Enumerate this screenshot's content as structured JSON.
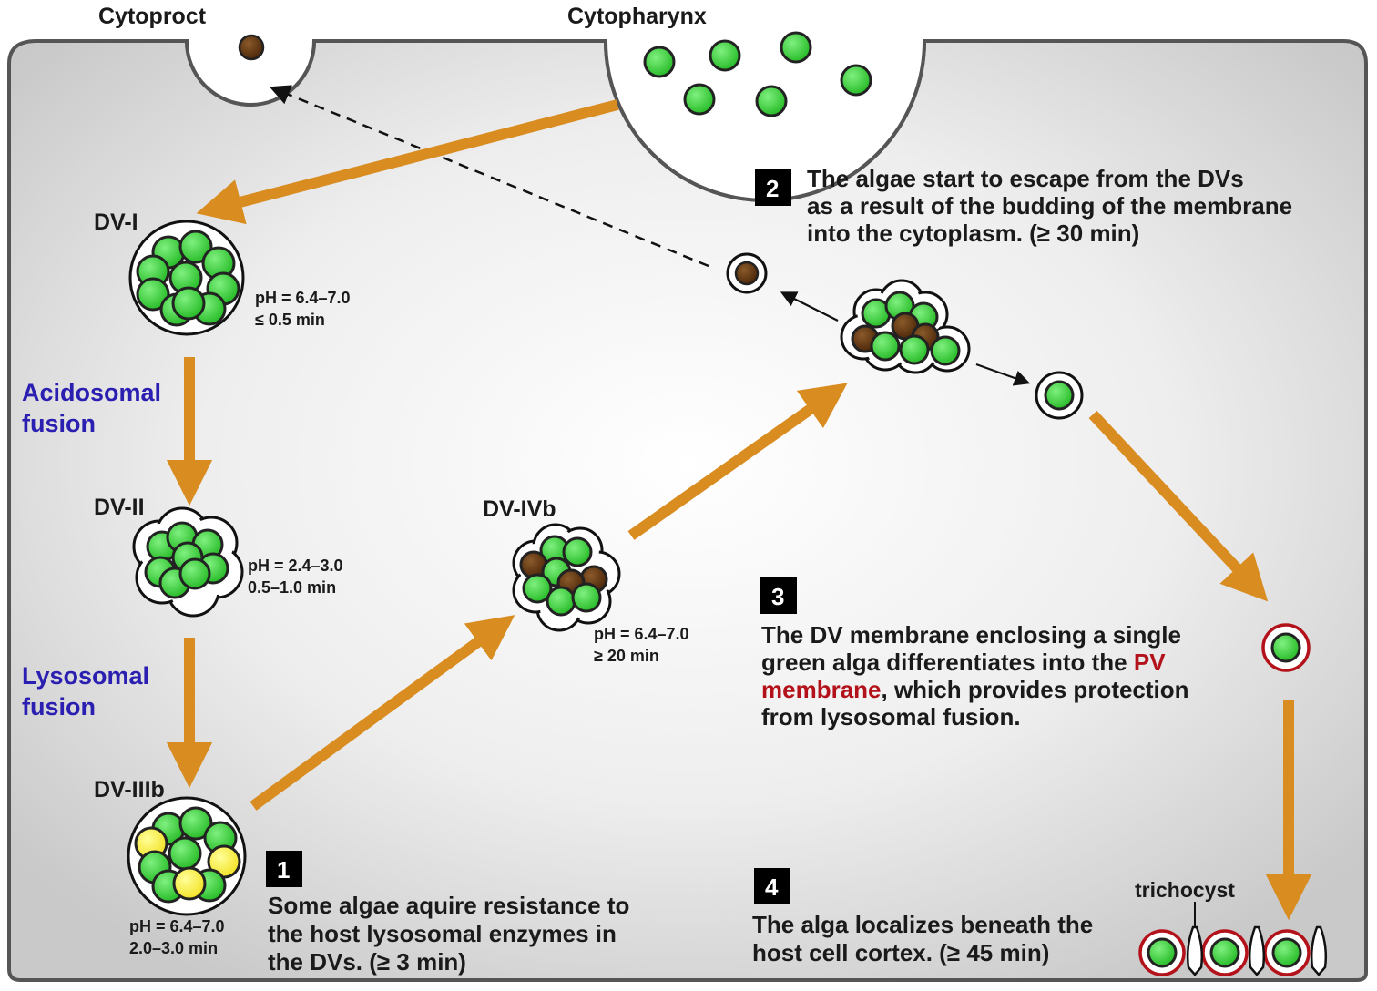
{
  "labels": {
    "cytoproct": "Cytoproct",
    "cytopharynx": "Cytopharynx",
    "trichocyst": "trichocyst"
  },
  "stages": {
    "dv1": {
      "name": "DV-I",
      "ph": "pH = 6.4–7.0",
      "time": "≤ 0.5 min"
    },
    "dv2": {
      "name": "DV-II",
      "ph": "pH = 2.4–3.0",
      "time": "0.5–1.0 min"
    },
    "dv3b": {
      "name": "DV-IIIb",
      "ph": "pH = 6.4–7.0",
      "time": "2.0–3.0 min"
    },
    "dv4b": {
      "name": "DV-IVb",
      "ph": "pH = 6.4–7.0",
      "time": "≥ 20 min"
    }
  },
  "fusions": {
    "acidosomal": [
      "Acidosomal",
      "fusion"
    ],
    "lysosomal": [
      "Lysosomal",
      "fusion"
    ]
  },
  "steps": [
    {
      "number": "1",
      "lines": [
        "Some algae aquire resistance to",
        "the host lysosomal enzymes in",
        "the DVs. (≥ 3 min)"
      ]
    },
    {
      "number": "2",
      "lines": [
        "The algae start to escape from the DVs",
        "as a result of the budding of the membrane",
        "into the cytoplasm. (≥ 30 min)"
      ]
    },
    {
      "number": "3",
      "line1": "The DV membrane enclosing a single",
      "line2_pre": "green alga differentiates into the ",
      "line2_hl": "PV",
      "line3_hl": "membrane",
      "line3_post": ", which provides protection",
      "line4": "from lysosomal fusion."
    },
    {
      "number": "4",
      "lines": [
        "The alga localizes beneath the",
        "host cell cortex. (≥ 45 min)"
      ]
    }
  ],
  "colors": {
    "arrow": "#d98c1f",
    "alga_green": "#33cc33",
    "alga_brown": "#5a3010",
    "alga_yellow": "#ffee33",
    "pv_membrane": "#b3121a",
    "fusion_text": "#2a1fb0"
  }
}
